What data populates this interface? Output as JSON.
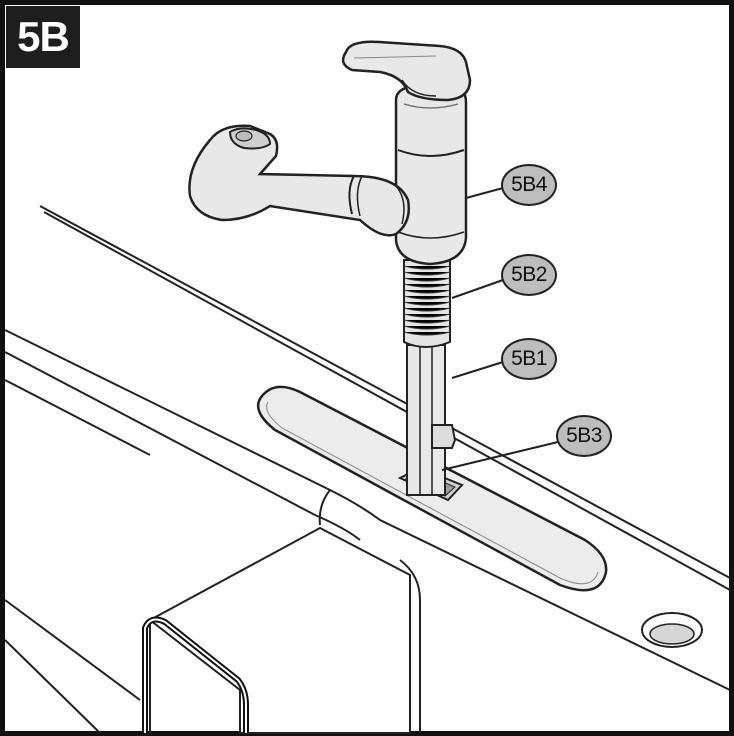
{
  "step": {
    "label": "5B"
  },
  "callouts": {
    "b4": "5B4",
    "b2": "5B2",
    "b1": "5B1",
    "b3": "5B3"
  },
  "colors": {
    "line": "#222222",
    "callout_fill": "#bdbdbd",
    "badge_fill": "#1e1e1e",
    "part_fill": "#e4e4e4"
  }
}
